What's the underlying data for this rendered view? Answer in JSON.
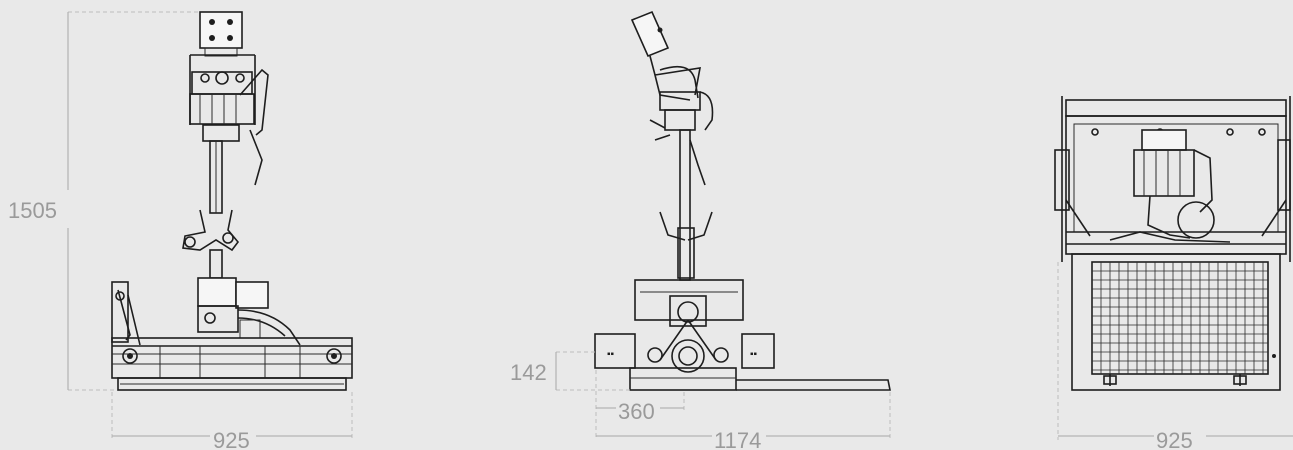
{
  "dimensions": {
    "front_height": "1505",
    "front_width": "925",
    "side_low_height": "142",
    "side_offset": "360",
    "side_length": "1174",
    "top_width": "925"
  },
  "views": [
    "front-view",
    "side-view",
    "top-view"
  ]
}
